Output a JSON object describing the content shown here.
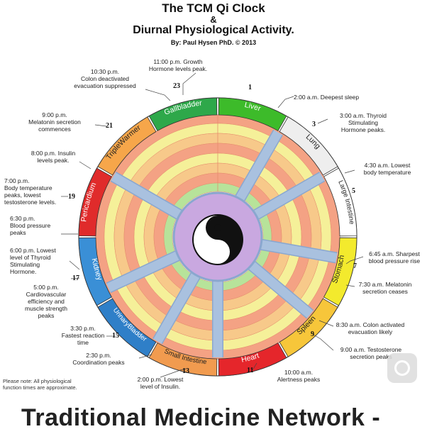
{
  "title": "The TCM Qi Clock",
  "ampersand": "&",
  "subtitle": "Diurnal Physiological Activity.",
  "byline": "By: Paul Hysen PhD. © 2013",
  "organs": [
    {
      "name": "Gallbladder",
      "color": "#2ea84a"
    },
    {
      "name": "Liver",
      "color": "#3dbb2a"
    },
    {
      "name": "Lung",
      "color": "#eeeeee"
    },
    {
      "name": "Large Intestine",
      "color": "#ffffff"
    },
    {
      "name": "Stomach",
      "color": "#f3ea2d"
    },
    {
      "name": "Spleen",
      "color": "#f7c63a"
    },
    {
      "name": "Heart",
      "color": "#e5262b"
    },
    {
      "name": "Small Intestine",
      "color": "#f19b4f"
    },
    {
      "name": "UrinaryBladder",
      "color": "#2f7fc8"
    },
    {
      "name": "Kidney",
      "color": "#3a8fd6"
    },
    {
      "name": "Pericardium",
      "color": "#e02b2b"
    },
    {
      "name": "TripleWarmer",
      "color": "#f6a64a"
    }
  ],
  "hours": [
    "23",
    "1",
    "3",
    "5",
    "7",
    "9",
    "11",
    "13",
    "15",
    "17",
    "19",
    "21"
  ],
  "annotations": {
    "a2300": "11:00 p.m. Growth\nHormone levels peak.",
    "a2230": "10:30 p.m.\nColon deactivated\nevacuation suppressed",
    "a2100": "9:00 p.m.\nMelatonin secretion\ncommences",
    "a2000": "8:00 p.m. Insulin\nlevels peak.",
    "a1900": "7:00 p.m.\nBody temperature\npeaks, lowest\ntestosterone levels.",
    "a1830": "6:30 p.m.\nBlood pressure\npeaks",
    "a1800": "6:00 p.m. Lowest\nlevel of Thyroid\nStimulating\nHormone.",
    "a1700": "5:00 p.m.\nCardiovascular\nefficiency and\nmuscle strength\npeaks",
    "a1530": "3:30 p.m.\nFastest reaction\ntime",
    "a1430": "2:30 p.m.\nCoordination peaks",
    "a1400": "2:00 p.m. Lowest\nlevel of Insulin.",
    "a1000": "10:00 a.m.\nAlertness peaks",
    "a0900": "9:00 a.m. Testosterone\nsecretion peaks",
    "a0830": "8:30 a.m. Colon activated\nevacuation likely",
    "a0730": "7:30 a.m. Melatonin\nsecretion ceases",
    "a0645": "6:45 a.m. Sharpest\nblood pressure rise",
    "a0430": "4:30 a.m. Lowest\nbody temperature",
    "a0300": "3:00 a.m. Thyroid\nStimulating\nHormone peaks.",
    "a0200": "2:00 a.m. Deepest sleep"
  },
  "note": "Please note: All physiological\nfunction times are approximate.",
  "footer": "Traditional Medicine Network -",
  "colors": {
    "ring_salmon": "#f4a284",
    "ring_yellow": "#f5f099",
    "ring_orange": "#f7c98a",
    "ring_green": "#b7e39a",
    "spoke": "#a9c1df",
    "center": "#c9a8e0"
  }
}
